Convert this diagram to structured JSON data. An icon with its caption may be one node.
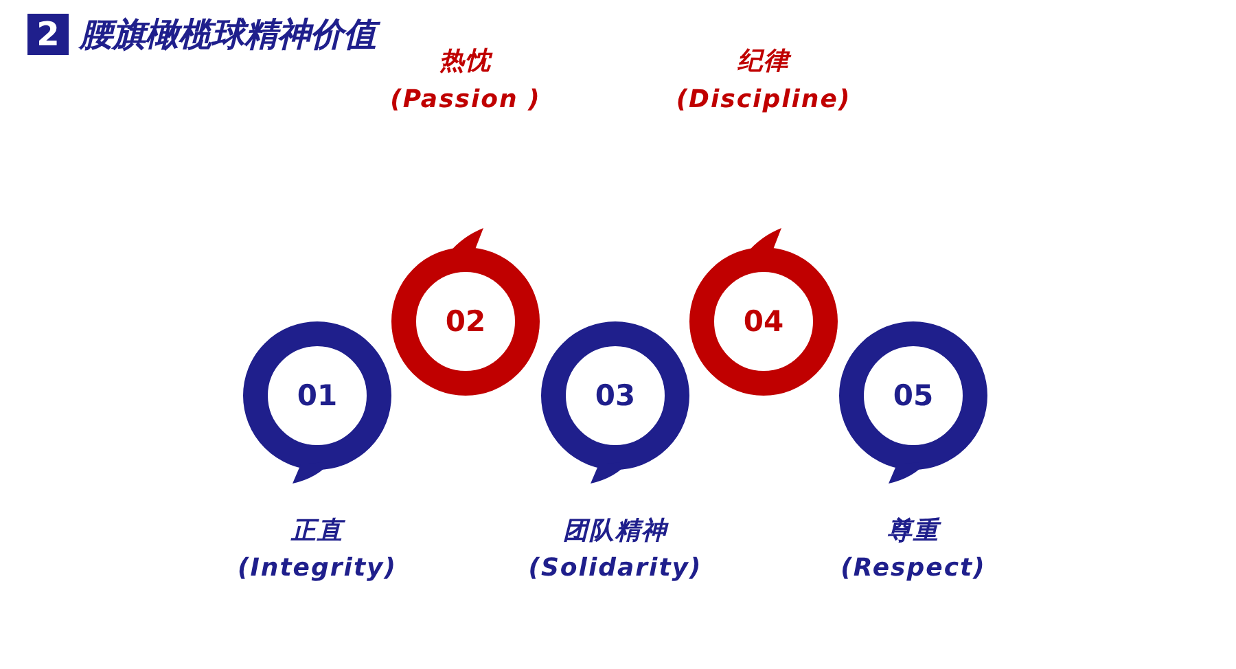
{
  "diagram": {
    "title": "腰旗橄榄球精神价值",
    "nodes": [
      {
        "text": [
          "01"
        ],
        "beside": [
          "正直",
          "(Integrity)"
        ]
      },
      {
        "text": [
          "02"
        ],
        "beside": [
          "热忱",
          "(Passion )"
        ]
      },
      {
        "text": [
          "03"
        ],
        "beside": [
          "团队精神",
          "(Solidarity)"
        ]
      },
      {
        "text": [
          "04"
        ],
        "beside": [
          "纪律",
          "(Discipline)"
        ]
      },
      {
        "text": [
          "05"
        ],
        "beside": [
          "尊重",
          "(Respect)"
        ]
      }
    ],
    "edges": [],
    "labels": [
      "2"
    ]
  }
}
